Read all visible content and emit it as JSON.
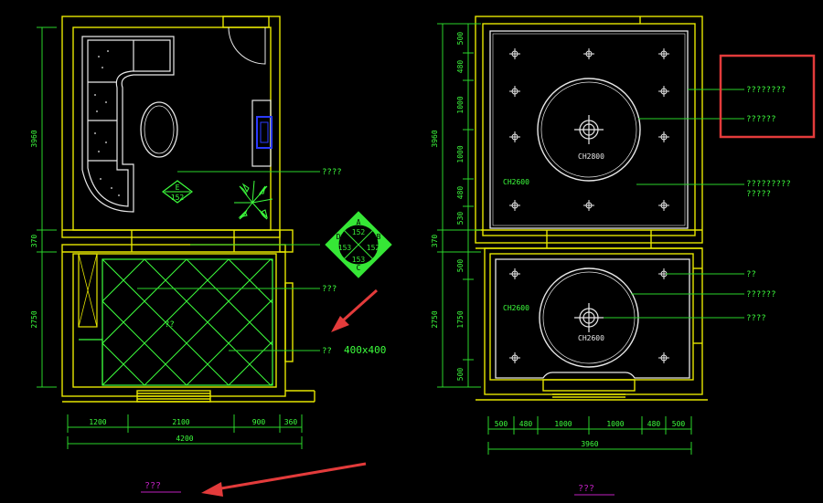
{
  "colors": {
    "wall": "#e6e600",
    "dim": "#2ad52a",
    "label": "#3dff3d",
    "white": "#e8e8e8",
    "blue": "#2b3bff",
    "accent_red": "#e33b3b",
    "magenta": "#c020c0"
  },
  "left_plan": {
    "dim_vertical": [
      "3960",
      "370",
      "2750"
    ],
    "dim_horizontal": [
      "1200",
      "2100",
      "900",
      "360"
    ],
    "dim_total": "4200",
    "callouts": [
      "????",
      "???",
      "??"
    ],
    "tile_size": "400x400",
    "floor_center_label": "??",
    "index_mark": {
      "letter": "E",
      "number": "152"
    },
    "legend_symbol": {
      "top": "A",
      "left": "D",
      "right": "B",
      "bottom": "C",
      "n_top": "152",
      "n_left": "153",
      "n_right": "152",
      "n_bottom": "153"
    },
    "title": "???"
  },
  "right_plan": {
    "dim_vertical_top": [
      "500",
      "480",
      "1000",
      "1000",
      "480",
      "530"
    ],
    "dim_vertical_mid": [
      "3960",
      "370",
      "2750"
    ],
    "dim_vertical_bottom": [
      "500",
      "1750",
      "500"
    ],
    "dim_horizontal": [
      "500",
      "480",
      "1000",
      "1000",
      "480",
      "500"
    ],
    "dim_total": "3960",
    "ceiling_heights": [
      "CH2800",
      "CH2600",
      "CH2600",
      "CH2600"
    ],
    "callouts_top": [
      "????????",
      "??????",
      "?????????",
      "?????"
    ],
    "callouts_bottom": [
      "??",
      "??????",
      "????"
    ],
    "title": "???"
  }
}
